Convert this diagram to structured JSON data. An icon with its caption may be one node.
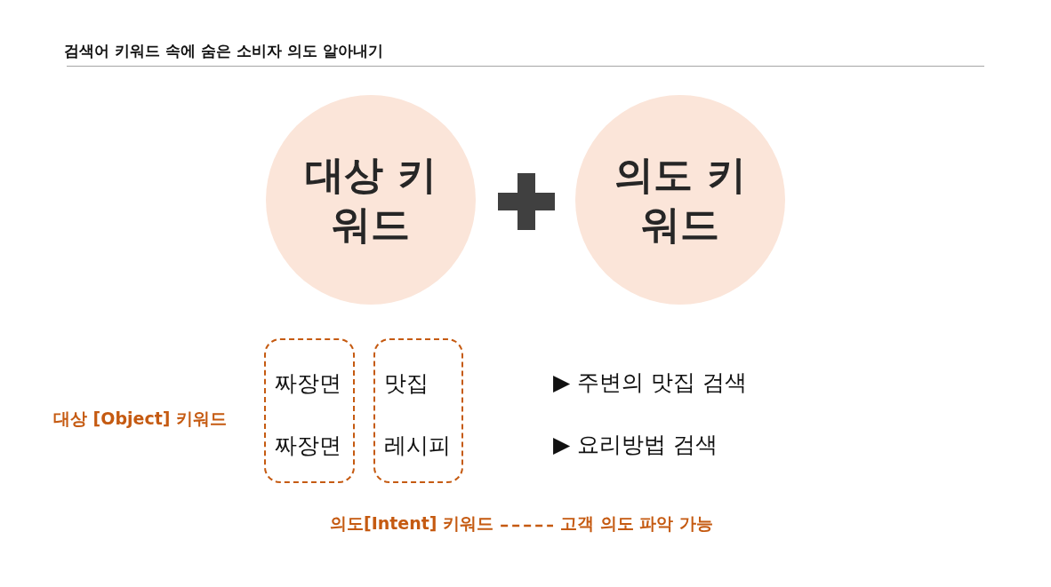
{
  "diagram": {
    "title": "**검색어 키워드** 속에 숨은 소비자 의도 알아내기",
    "nodes": [
      {
        "text": [
          "대상 키워드"
        ]
      },
      {
        "text": [
          "의도 키워드"
        ]
      },
      {
        "text": [
          "짜장면",
          "짜장면"
        ]
      },
      {
        "text": [
          "맛집",
          "레시피"
        ]
      },
      {
        "text": [
          "의도[Intent] 키워드"
        ]
      },
      {
        "text": [
          "고객 의도 파악 가능"
        ]
      }
    ],
    "edges": [
      {
        "from": 4,
        "to": 5,
        "arrow": "none",
        "style": "dashed"
      }
    ],
    "labels": [
      "▶ 주변의 맛집 검색",
      "대상 [Object] 키워드",
      "▶ 요리방법 검색"
    ]
  }
}
